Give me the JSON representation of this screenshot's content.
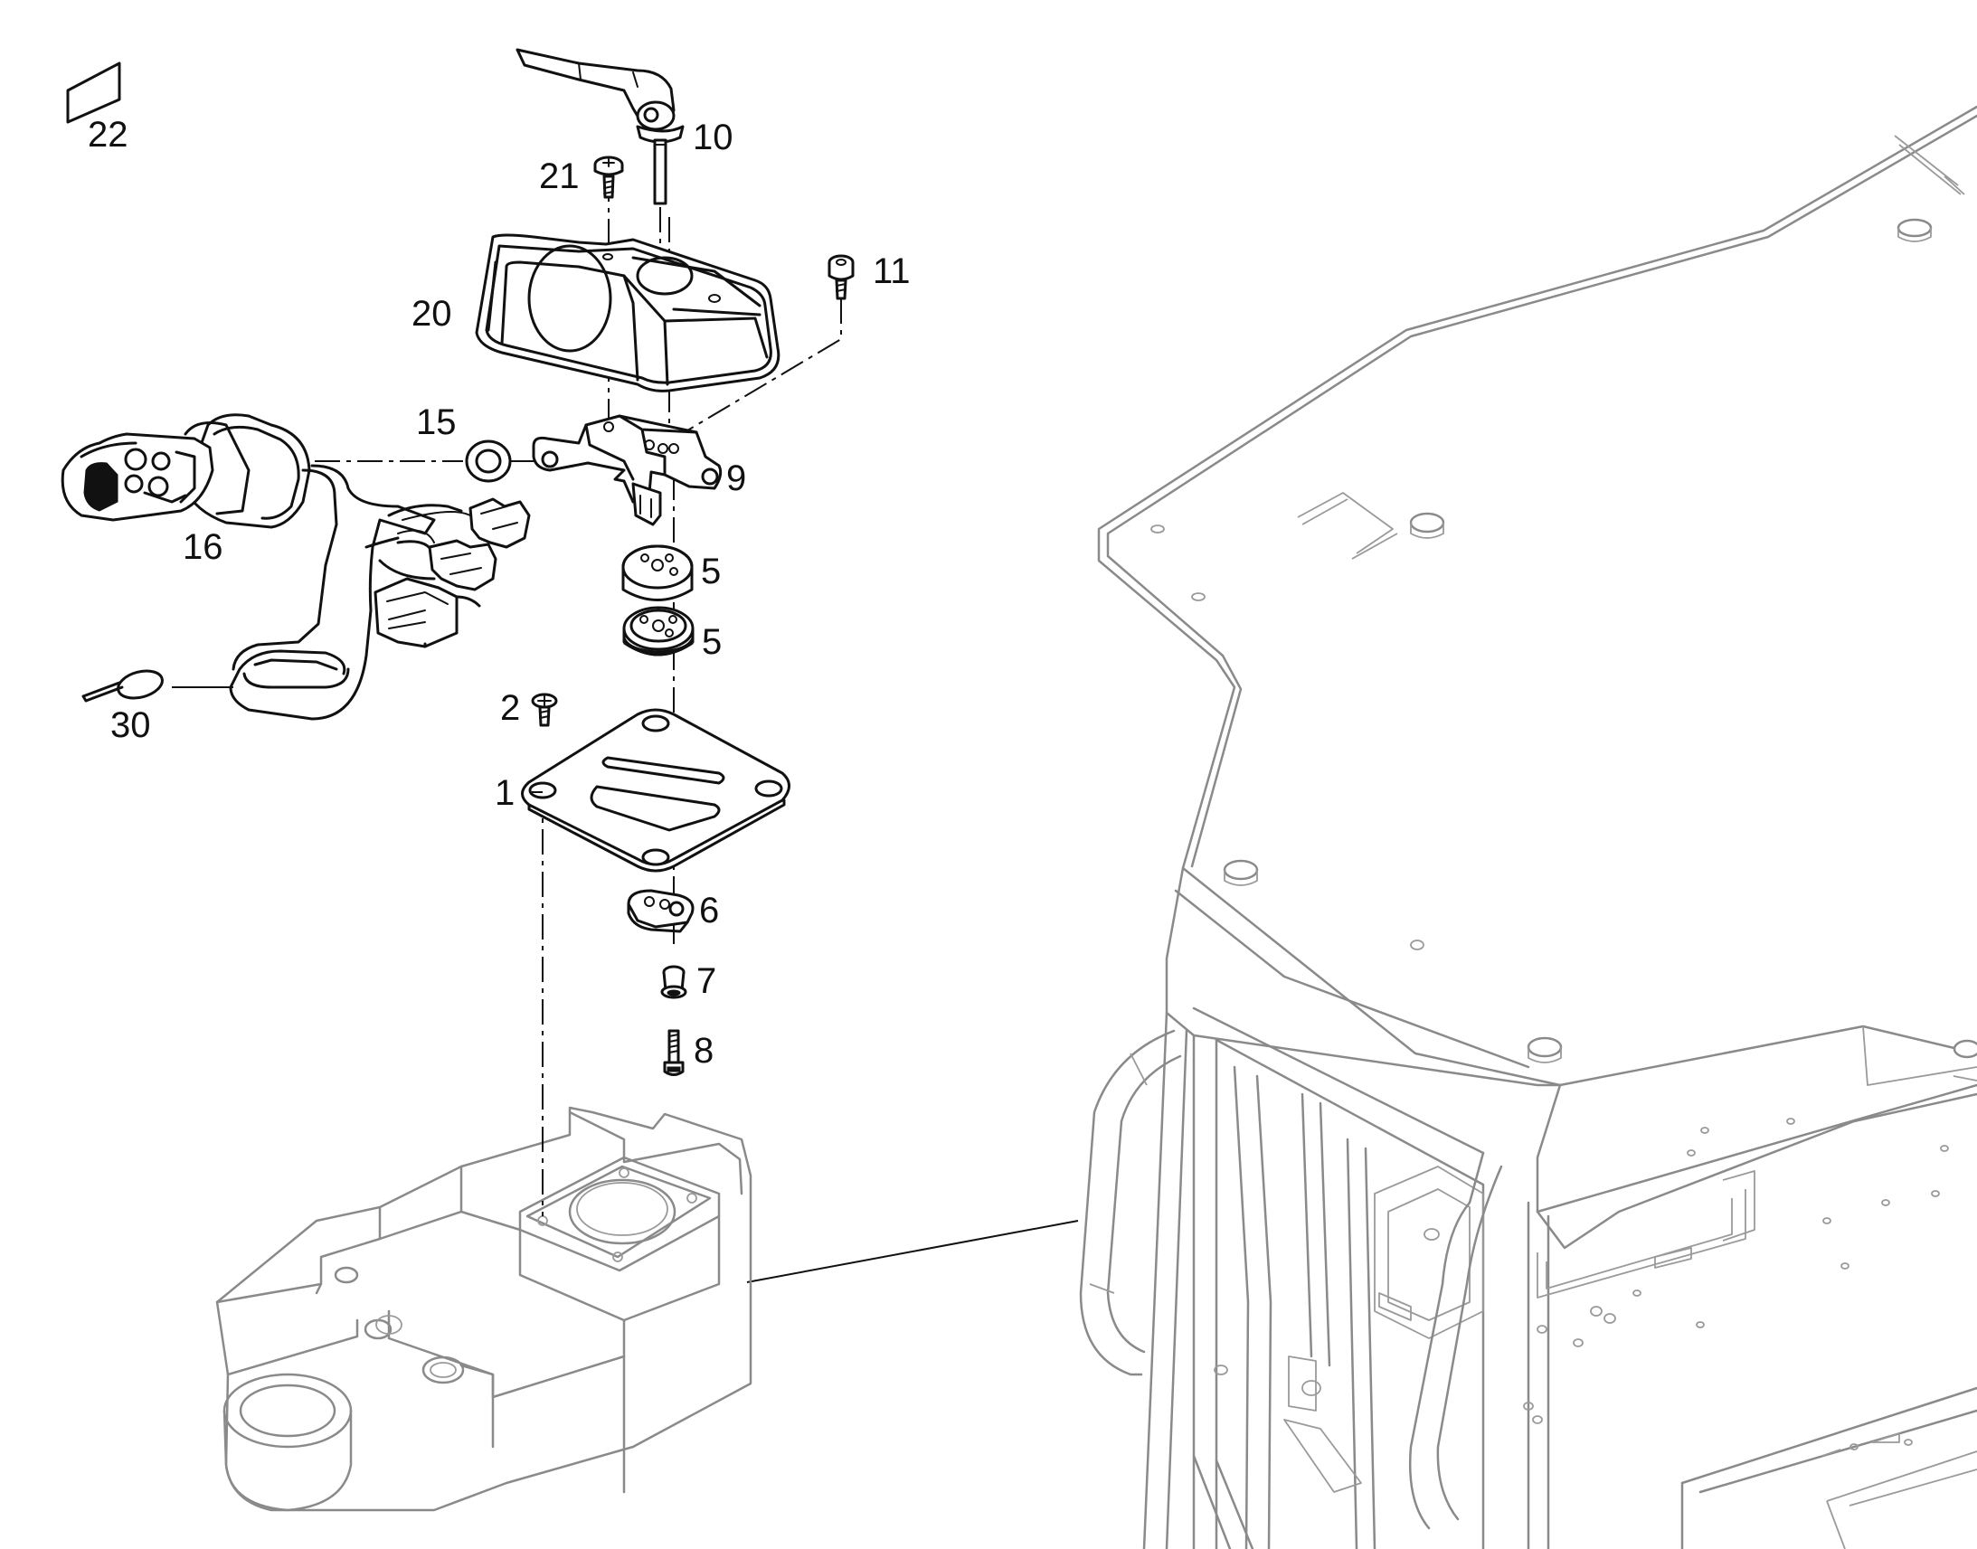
{
  "labels": {
    "p1": "1",
    "p2": "2",
    "p5a": "5",
    "p5b": "5",
    "p6": "6",
    "p7": "7",
    "p8": "8",
    "p9": "9",
    "p10": "10",
    "p11": "11",
    "p15": "15",
    "p16": "16",
    "p20": "20",
    "p21": "21",
    "p22": "22",
    "p30": "30"
  },
  "colors": {
    "linework": "#111111",
    "background_frame": "#8a8a8a",
    "paper": "#ffffff"
  }
}
